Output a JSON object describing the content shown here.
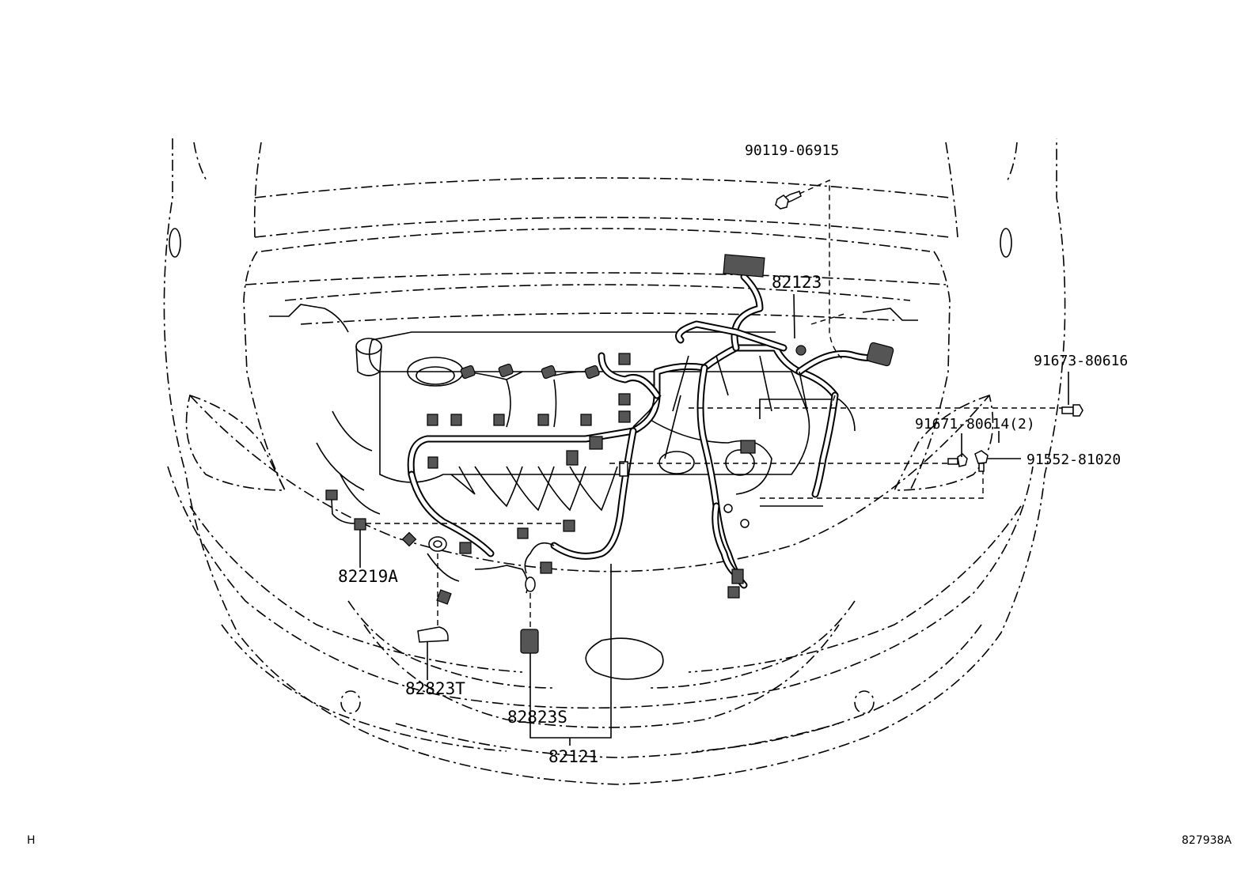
{
  "parts": {
    "p90119": "90119-06915",
    "p82123": "82123",
    "p91673": "91673-80616",
    "p91671": "91671-80614(2)",
    "p91552": "91552-81020",
    "p82219A": "82219A",
    "p82823T": "82823T",
    "p82823S": "82823S",
    "p82121": "82121"
  },
  "footer": {
    "left_mark": "H",
    "figure_code": "827938A"
  }
}
